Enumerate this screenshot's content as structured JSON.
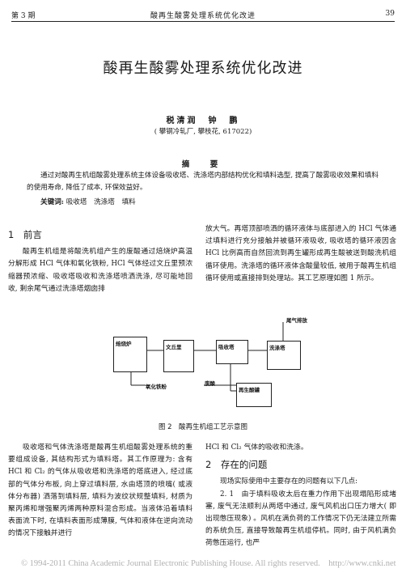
{
  "header": {
    "issue": "第 3 期",
    "running_title": "酸再生酸雾处理系统优化改进",
    "page_number": "39"
  },
  "title": "酸再生酸雾处理系统优化改进",
  "authors": "税清润　钟　鹏",
  "affiliation": "( 攀钢冷轧厂, 攀枝花, 617022)",
  "abstract": {
    "heading": "摘　要",
    "text": "通过对酸再生机组酸雾处理系统主体设备吸收塔、洗涤塔内部结构优化和填料选型, 提高了酸雾吸收效果和填料的使用寿命, 降低了成本, 环保效益好。",
    "keywords_label": "关键词:",
    "keywords": "吸收塔　洗涤塔　填料"
  },
  "left_col_top": {
    "section1": "1　前言",
    "para1": "酸再生机组是将酸洗机组产生的废酸通过焙烧炉高温分解形成 HCl 气体和氧化铁粉, HCl 气体经过文丘里预浓缩器预浓缩、吸收塔吸收和洗涤塔喷洒洗涤, 尽可能地回收, 剩余尾气通过洗涤塔烟囱排"
  },
  "right_col_top": {
    "para1": "放大气。再塔顶部喷洒的循环液体与底部进入的 HCl 气体通过填料进行充分接触并被循环液吸收, 吸收塔的循环液因含 HCl 比例高而自然回流到再生罐形成再生酸被送到酸洗机组循环使用。洗涤塔的循环液体含酸量较低, 被用于酸再生机组循环使用或直接排到处理站。其工艺原理如图 1 所示。"
  },
  "figure": {
    "caption": "图 2　酸再生机组工艺示意图",
    "roaster": "焙烧炉",
    "venturi": "文丘里",
    "absorber": "吸收塔",
    "scrubber": "洗涤塔",
    "exhaust": "尾气排放",
    "iron_oxide": "氧化铁粉",
    "waste_acid": "废酸",
    "regen_tank": "再生酸罐"
  },
  "left_col_bottom": {
    "para1": "吸收塔和气体洗涤塔是酸再生机组酸雾处理系统的重要组成设备, 其结构形式为填料塔。其工作原理为: 含有 HCl 和 Cl₂ 的气体从吸收塔和洗涤塔的塔底进入, 经过底部的气体分布板, 向上穿过填料层, 水由塔顶的喷嘴( 或液体分布器) 洒落到填料层, 填料为波纹状规整填料, 材质为聚丙烯和增强聚丙烯两种原料混合形成。当液体沿着填料表面流下时, 在填料表面形成薄膜, 气体和液体在逆向流动的情况下接触并进行"
  },
  "right_col_bottom": {
    "para0": "HCl 和 Cl₂ 气体的吸收和洗涤。",
    "section2": "2　存在的问题",
    "para1": "现场实际使用中主要存在的问题有以下几点:",
    "para2": "2. 1　由于填料吸收太后在重力作用下出现塌陷形成堵塞, 废气无法顺利从两塔中通过, 废气风机出口压力增大( 即出现憋压现象) 。风机在满负荷的工作情况下仍无法建立所需的系统负压, 直接导致酸再生机组停机。同时, 由于风机满负荷憋压运行, 也严"
  },
  "footer": "© 1994-2011 China Academic Journal Electronic Publishing House. All rights reserved.　http://www.cnki.net"
}
